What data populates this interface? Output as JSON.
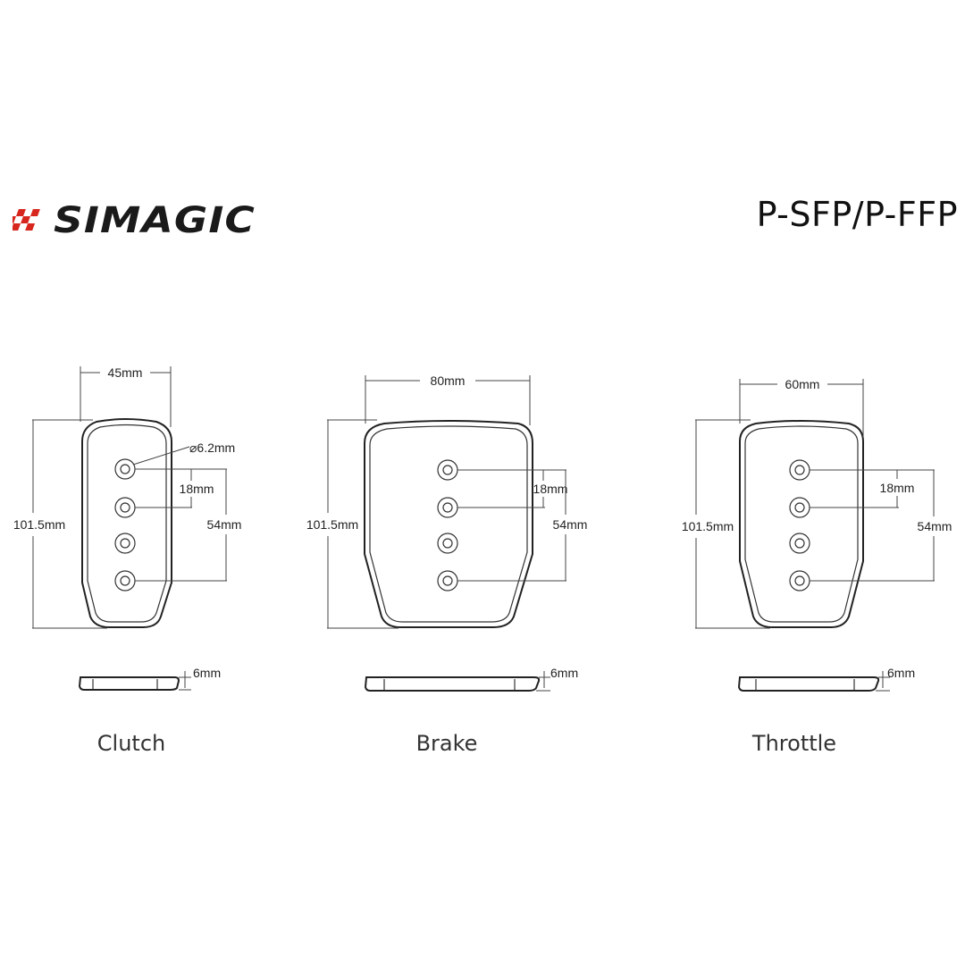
{
  "brand": {
    "name": "SIMAGIC",
    "accent": "#d7261d",
    "ink": "#1a1a1a"
  },
  "model": "P-SFP/P-FFP",
  "pedals": [
    {
      "id": "clutch",
      "name": "Clutch",
      "width": "45mm",
      "height": "101.5mm",
      "hole_diameter": "⌀6.2mm",
      "hole_spacing": "18mm",
      "hole_span": "54mm",
      "thickness": "6mm",
      "hole_count": 4
    },
    {
      "id": "brake",
      "name": "Brake",
      "width": "80mm",
      "height": "101.5mm",
      "hole_spacing": "18mm",
      "hole_span": "54mm",
      "thickness": "6mm",
      "hole_count": 4
    },
    {
      "id": "throttle",
      "name": "Throttle",
      "width": "60mm",
      "height": "101.5mm",
      "hole_spacing": "18mm",
      "hole_span": "54mm",
      "thickness": "6mm",
      "hole_count": 4
    }
  ]
}
